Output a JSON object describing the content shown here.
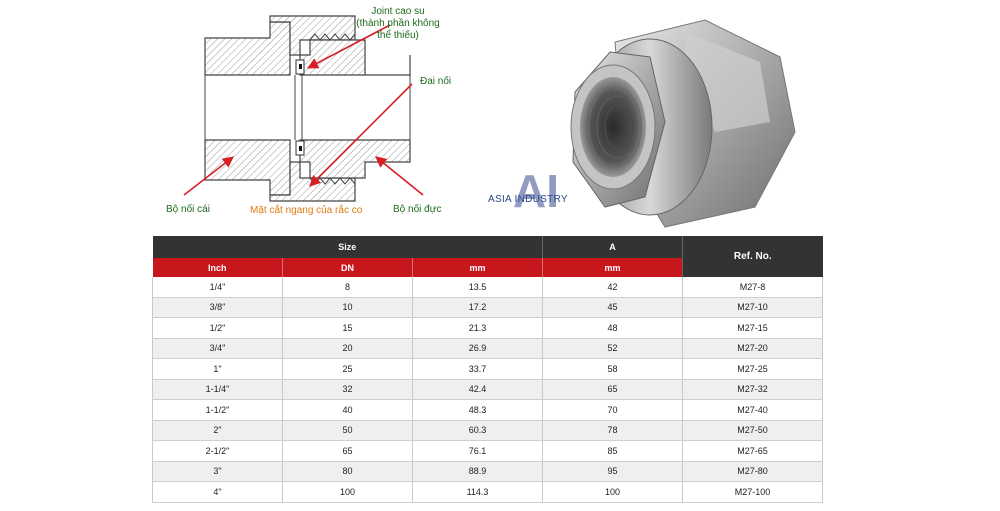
{
  "diagram": {
    "labels": {
      "gasket": [
        "Joint cao su",
        "(thành phần không",
        "thể thiếu)"
      ],
      "nut": "Đai nối",
      "female": "Bộ nối cái",
      "section": "Mặt cắt ngang của rắc co",
      "male": "Bộ nối đực"
    }
  },
  "logo": {
    "mark": "AI",
    "name": "ASIA INDUSTRY"
  },
  "table": {
    "header": {
      "size": "Size",
      "a": "A",
      "ref": "Ref. No.",
      "inch": "Inch",
      "dn": "DN",
      "mm": "mm",
      "a_unit": "mm"
    },
    "rows": [
      {
        "inch": "1/4\"",
        "dn": "8",
        "mm": "13.5",
        "a": "42",
        "ref": "M27-8"
      },
      {
        "inch": "3/8\"",
        "dn": "10",
        "mm": "17.2",
        "a": "45",
        "ref": "M27-10"
      },
      {
        "inch": "1/2\"",
        "dn": "15",
        "mm": "21.3",
        "a": "48",
        "ref": "M27-15"
      },
      {
        "inch": "3/4\"",
        "dn": "20",
        "mm": "26.9",
        "a": "52",
        "ref": "M27-20"
      },
      {
        "inch": "1\"",
        "dn": "25",
        "mm": "33.7",
        "a": "58",
        "ref": "M27-25"
      },
      {
        "inch": "1-1/4\"",
        "dn": "32",
        "mm": "42.4",
        "a": "65",
        "ref": "M27-32"
      },
      {
        "inch": "1-1/2\"",
        "dn": "40",
        "mm": "48.3",
        "a": "70",
        "ref": "M27-40"
      },
      {
        "inch": "2\"",
        "dn": "50",
        "mm": "60.3",
        "a": "78",
        "ref": "M27-50"
      },
      {
        "inch": "2-1/2\"",
        "dn": "65",
        "mm": "76.1",
        "a": "85",
        "ref": "M27-65"
      },
      {
        "inch": "3\"",
        "dn": "80",
        "mm": "88.9",
        "a": "95",
        "ref": "M27-80"
      },
      {
        "inch": "4\"",
        "dn": "100",
        "mm": "114.3",
        "a": "100",
        "ref": "M27-100"
      }
    ]
  },
  "colors": {
    "table_header_dark": "#333333",
    "table_header_red": "#c8161d",
    "label_green": "#1a6b1a",
    "label_orange": "#e07a12",
    "arrow_red": "#d81f26",
    "logo_blue": "#2f4a8a"
  }
}
